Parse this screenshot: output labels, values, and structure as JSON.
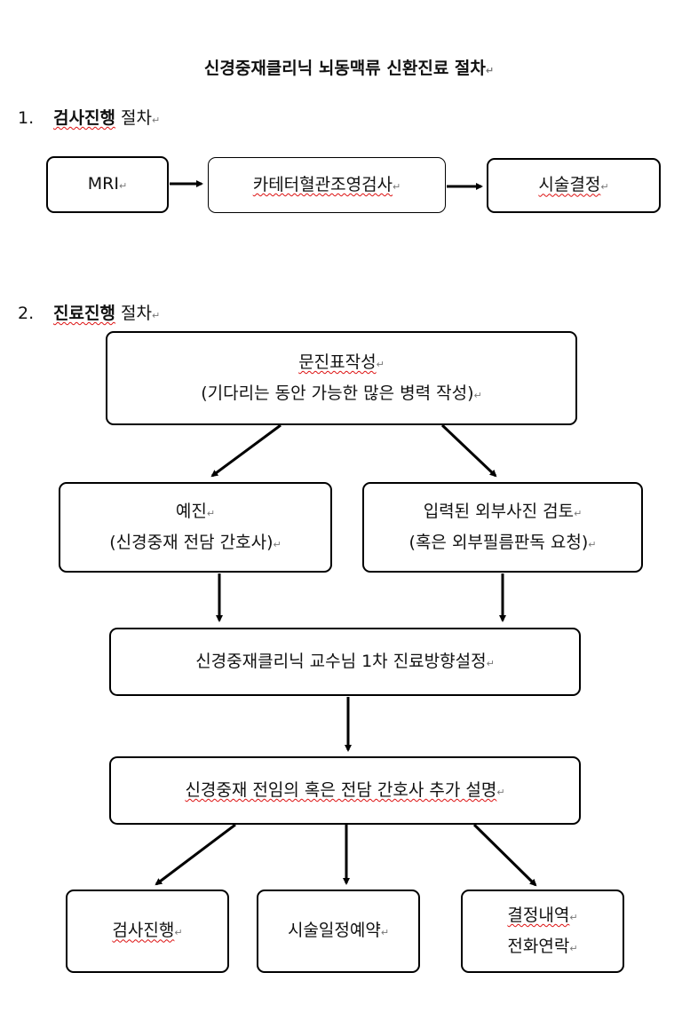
{
  "title": "신경중재클리닉 뇌동맥류 신환진료 절차",
  "section1": {
    "number": "1.",
    "bold": "검사진행",
    "rest": "절차"
  },
  "section2": {
    "number": "2.",
    "bold": "진료진행",
    "rest": "절차"
  },
  "exam_flow": {
    "mri": "MRI",
    "angio": "카테터혈관조영검사",
    "decision": "시술결정"
  },
  "care_flow": {
    "questionnaire": {
      "line1": "문진표작성",
      "line2": "(기다리는 동안 가능한 많은 병력 작성)"
    },
    "pre_exam": {
      "line1": "예진",
      "line2": "(신경중재 전담 간호사)"
    },
    "review": {
      "line1": "입력된 외부사진 검토",
      "line2": "(혹은 외부필름판독 요청)"
    },
    "professor": "신경중재클리닉 교수님 1차 진료방향설정",
    "explain": "신경중재 전임의 혹은 전담 간호사 추가 설명",
    "out_exam": "검사진행",
    "out_schedule": "시술일정예약",
    "out_contact": {
      "line1": "결정내역",
      "line2": "전화연락"
    }
  }
}
